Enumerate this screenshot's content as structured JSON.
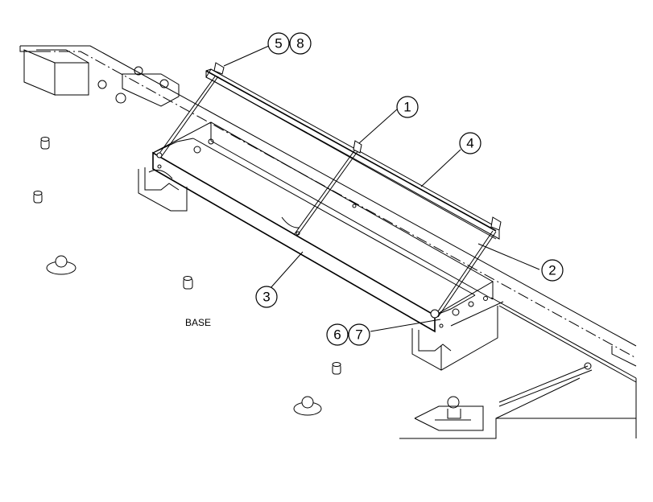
{
  "callouts": [
    {
      "id": "c5",
      "text": "5"
    },
    {
      "id": "c8",
      "text": "8"
    },
    {
      "id": "c1",
      "text": "1"
    },
    {
      "id": "c4",
      "text": "4"
    },
    {
      "id": "c2",
      "text": "2"
    },
    {
      "id": "c3",
      "text": "3"
    },
    {
      "id": "c6",
      "text": "6"
    },
    {
      "id": "c7",
      "text": "7"
    }
  ],
  "labels": {
    "base": "BASE"
  }
}
